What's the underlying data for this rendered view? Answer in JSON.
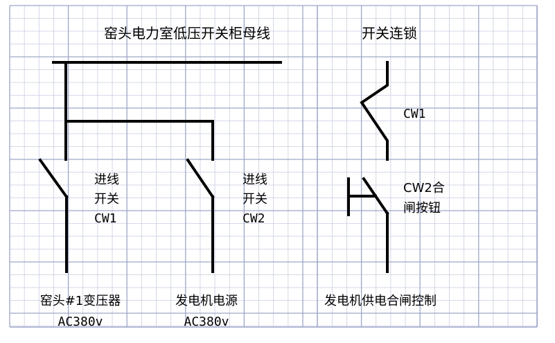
{
  "colors": {
    "grid_minor": "#c9cde0",
    "grid_major": "#9ea6c8",
    "ink": "#000000"
  },
  "left_panel": {
    "title": "窑头电力室低压开关柜母线",
    "switch1": {
      "line1": "进线",
      "line2": "开关",
      "line3": "CW1"
    },
    "switch2": {
      "line1": "进线",
      "line2": "开关",
      "line3": "CW2"
    },
    "source1": {
      "name": "窑头#1变压器",
      "rating": "AC380v"
    },
    "source2": {
      "name": "发电机电源",
      "rating": "AC380v"
    }
  },
  "right_panel": {
    "title": "开关连锁",
    "contact": "CW1",
    "button": {
      "line1": "CW2合",
      "line2": "闸按钮"
    },
    "caption": "发电机供电合闸控制"
  }
}
